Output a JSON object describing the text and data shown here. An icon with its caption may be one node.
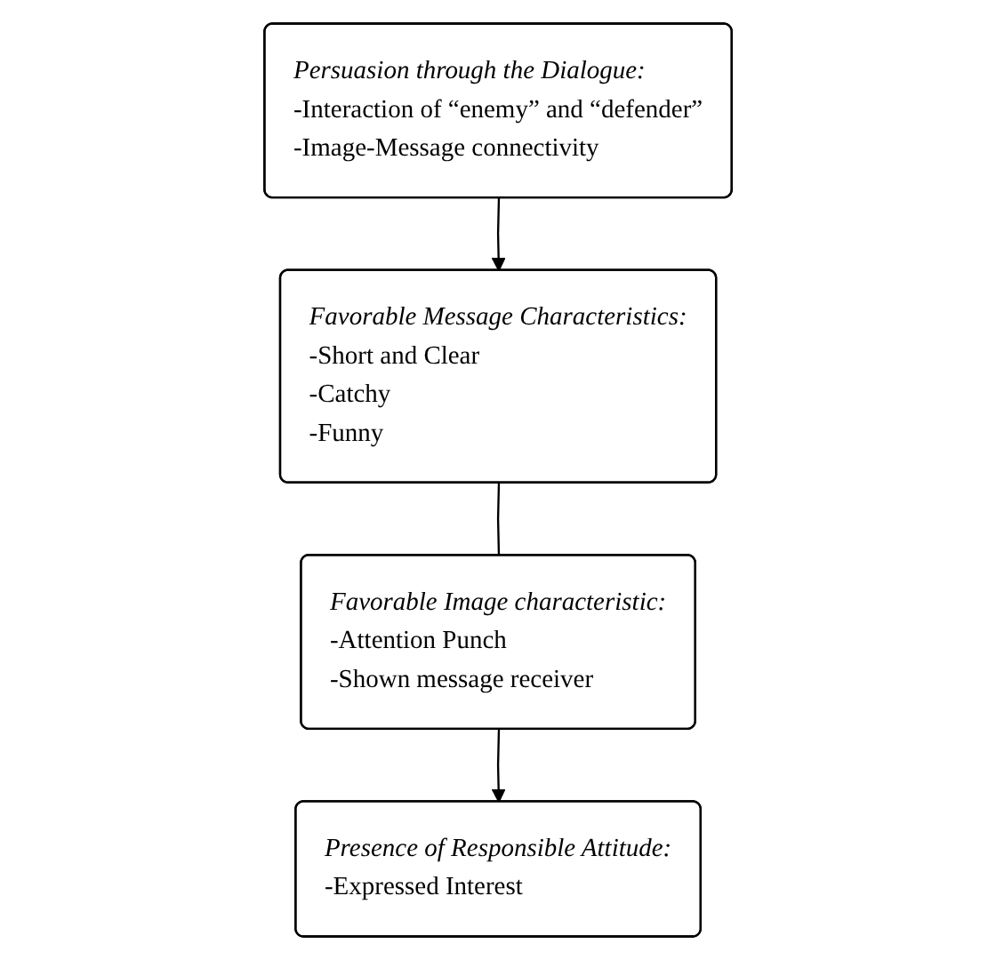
{
  "diagram": {
    "nodes": [
      {
        "text": [
          "Persuasion through the Dialogue:",
          "-Interaction of “enemy” and “defender”",
          "-Image-Message connectivity"
        ]
      },
      {
        "text": [
          "Favorable Message Characteristics:",
          "-Short and Clear",
          "-Catchy",
          "-Funny"
        ]
      },
      {
        "text": [
          "Favorable Image characteristic:",
          "-Attention Punch",
          "-Shown message receiver"
        ]
      },
      {
        "text": [
          "Presence of Responsible Attitude:",
          "-Expressed Interest"
        ]
      }
    ],
    "edges": [
      {
        "from": 0,
        "to": 1,
        "arrow": "to"
      },
      {
        "from": 1,
        "to": 2,
        "arrow": "none"
      },
      {
        "from": 2,
        "to": 3,
        "arrow": "to"
      }
    ]
  }
}
